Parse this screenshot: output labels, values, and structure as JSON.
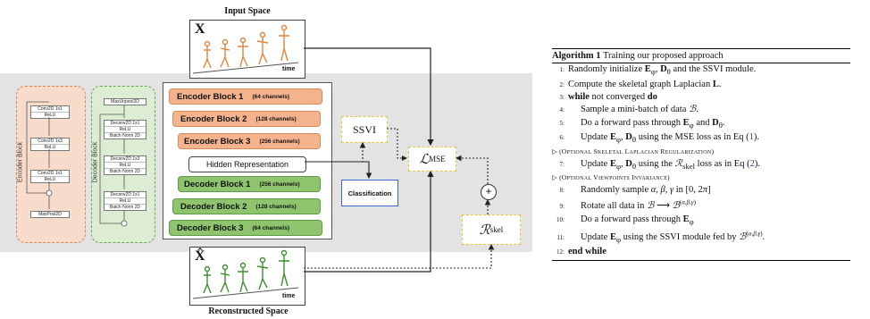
{
  "diagram": {
    "input_space_label": "Input Space",
    "reconstructed_space_label": "Reconstructed Space",
    "input_symbol": "X",
    "output_symbol": "X̂",
    "time_label": "time",
    "encoder_block_label": "Encoder Block",
    "decoder_block_label": "Decoder Block",
    "encoder_layers": [
      [
        "Conv2D 1x1",
        "ReLU"
      ],
      [
        "Conv2D 1x3",
        "ReLU"
      ],
      [
        "Conv2D 1x1",
        "ReLU"
      ]
    ],
    "encoder_pool": "MaxPool2D",
    "decoder_unpool": "MaxUnpool2D",
    "decoder_layers": [
      [
        "Deconv2D 1x1",
        "ReLU",
        "Batch Norm 2D"
      ],
      [
        "Deconv2D 1x3",
        "ReLU",
        "Batch Norm 2D"
      ],
      [
        "Deconv2D 1x1",
        "ReLU",
        "Batch Norm 2D"
      ]
    ],
    "blocks": [
      {
        "name": "Encoder Block 1",
        "channels": "(64 channels)"
      },
      {
        "name": "Encoder Block 2",
        "channels": "(128 channels)"
      },
      {
        "name": "Encoder Block 3",
        "channels": "(256 channels)"
      },
      {
        "name": "Hidden Representation",
        "channels": ""
      },
      {
        "name": "Decoder Block 1",
        "channels": "(256 channels)"
      },
      {
        "name": "Decoder Block 2",
        "channels": "(128 channels)"
      },
      {
        "name": "Decoder Block 3",
        "channels": "(64 channels)"
      }
    ],
    "ssvi_label": "SSVI",
    "classification_label": "Classification",
    "lmse_label": "ℒ",
    "lmse_sub": "MSE",
    "lskel_label": "ℛ",
    "lskel_sub": "skel",
    "plus_symbol": "+",
    "colors": {
      "encoder": "#f4b38d",
      "decoder": "#8fc46e",
      "dashed": "#e6c13a",
      "classification": "#3a66c4"
    }
  },
  "algorithm": {
    "title_bold": "Algorithm 1",
    "title_rest": " Training our proposed approach",
    "lines": [
      {
        "n": "1:",
        "text": "Randomly initialize E_φ, D_θ and the SSVI module."
      },
      {
        "n": "2:",
        "text": "Compute the skeletal graph Laplacian L."
      },
      {
        "n": "3:",
        "text": "while not converged do"
      },
      {
        "n": "4:",
        "text": "Sample a mini-batch of data ℬ."
      },
      {
        "n": "5:",
        "text": "Do a forward pass through E_φ and D_θ."
      },
      {
        "n": "6:",
        "text": "Update E_φ, D_θ using the MSE loss as in Eq (1)."
      },
      {
        "n": "",
        "text": "▷ (Optional Skeletal Laplacian Regularization)"
      },
      {
        "n": "7:",
        "text": "Update E_φ, D_θ using the ℛskel loss as in Eq (2)."
      },
      {
        "n": "",
        "text": "▷ (Optional Viewpoints Invariance)"
      },
      {
        "n": "8:",
        "text": "Randomly sample α, β, γ in [0, 2π]"
      },
      {
        "n": "9:",
        "text": "Rotate all data in ℬ ⟶ ℬ(α,β,γ)"
      },
      {
        "n": "10:",
        "text": "Do a forward pass through E_φ"
      },
      {
        "n": "11:",
        "text": "Update E_φ using the SSVI module fed by ℬ(α,β,γ)."
      },
      {
        "n": "12:",
        "text": "end while"
      }
    ]
  }
}
